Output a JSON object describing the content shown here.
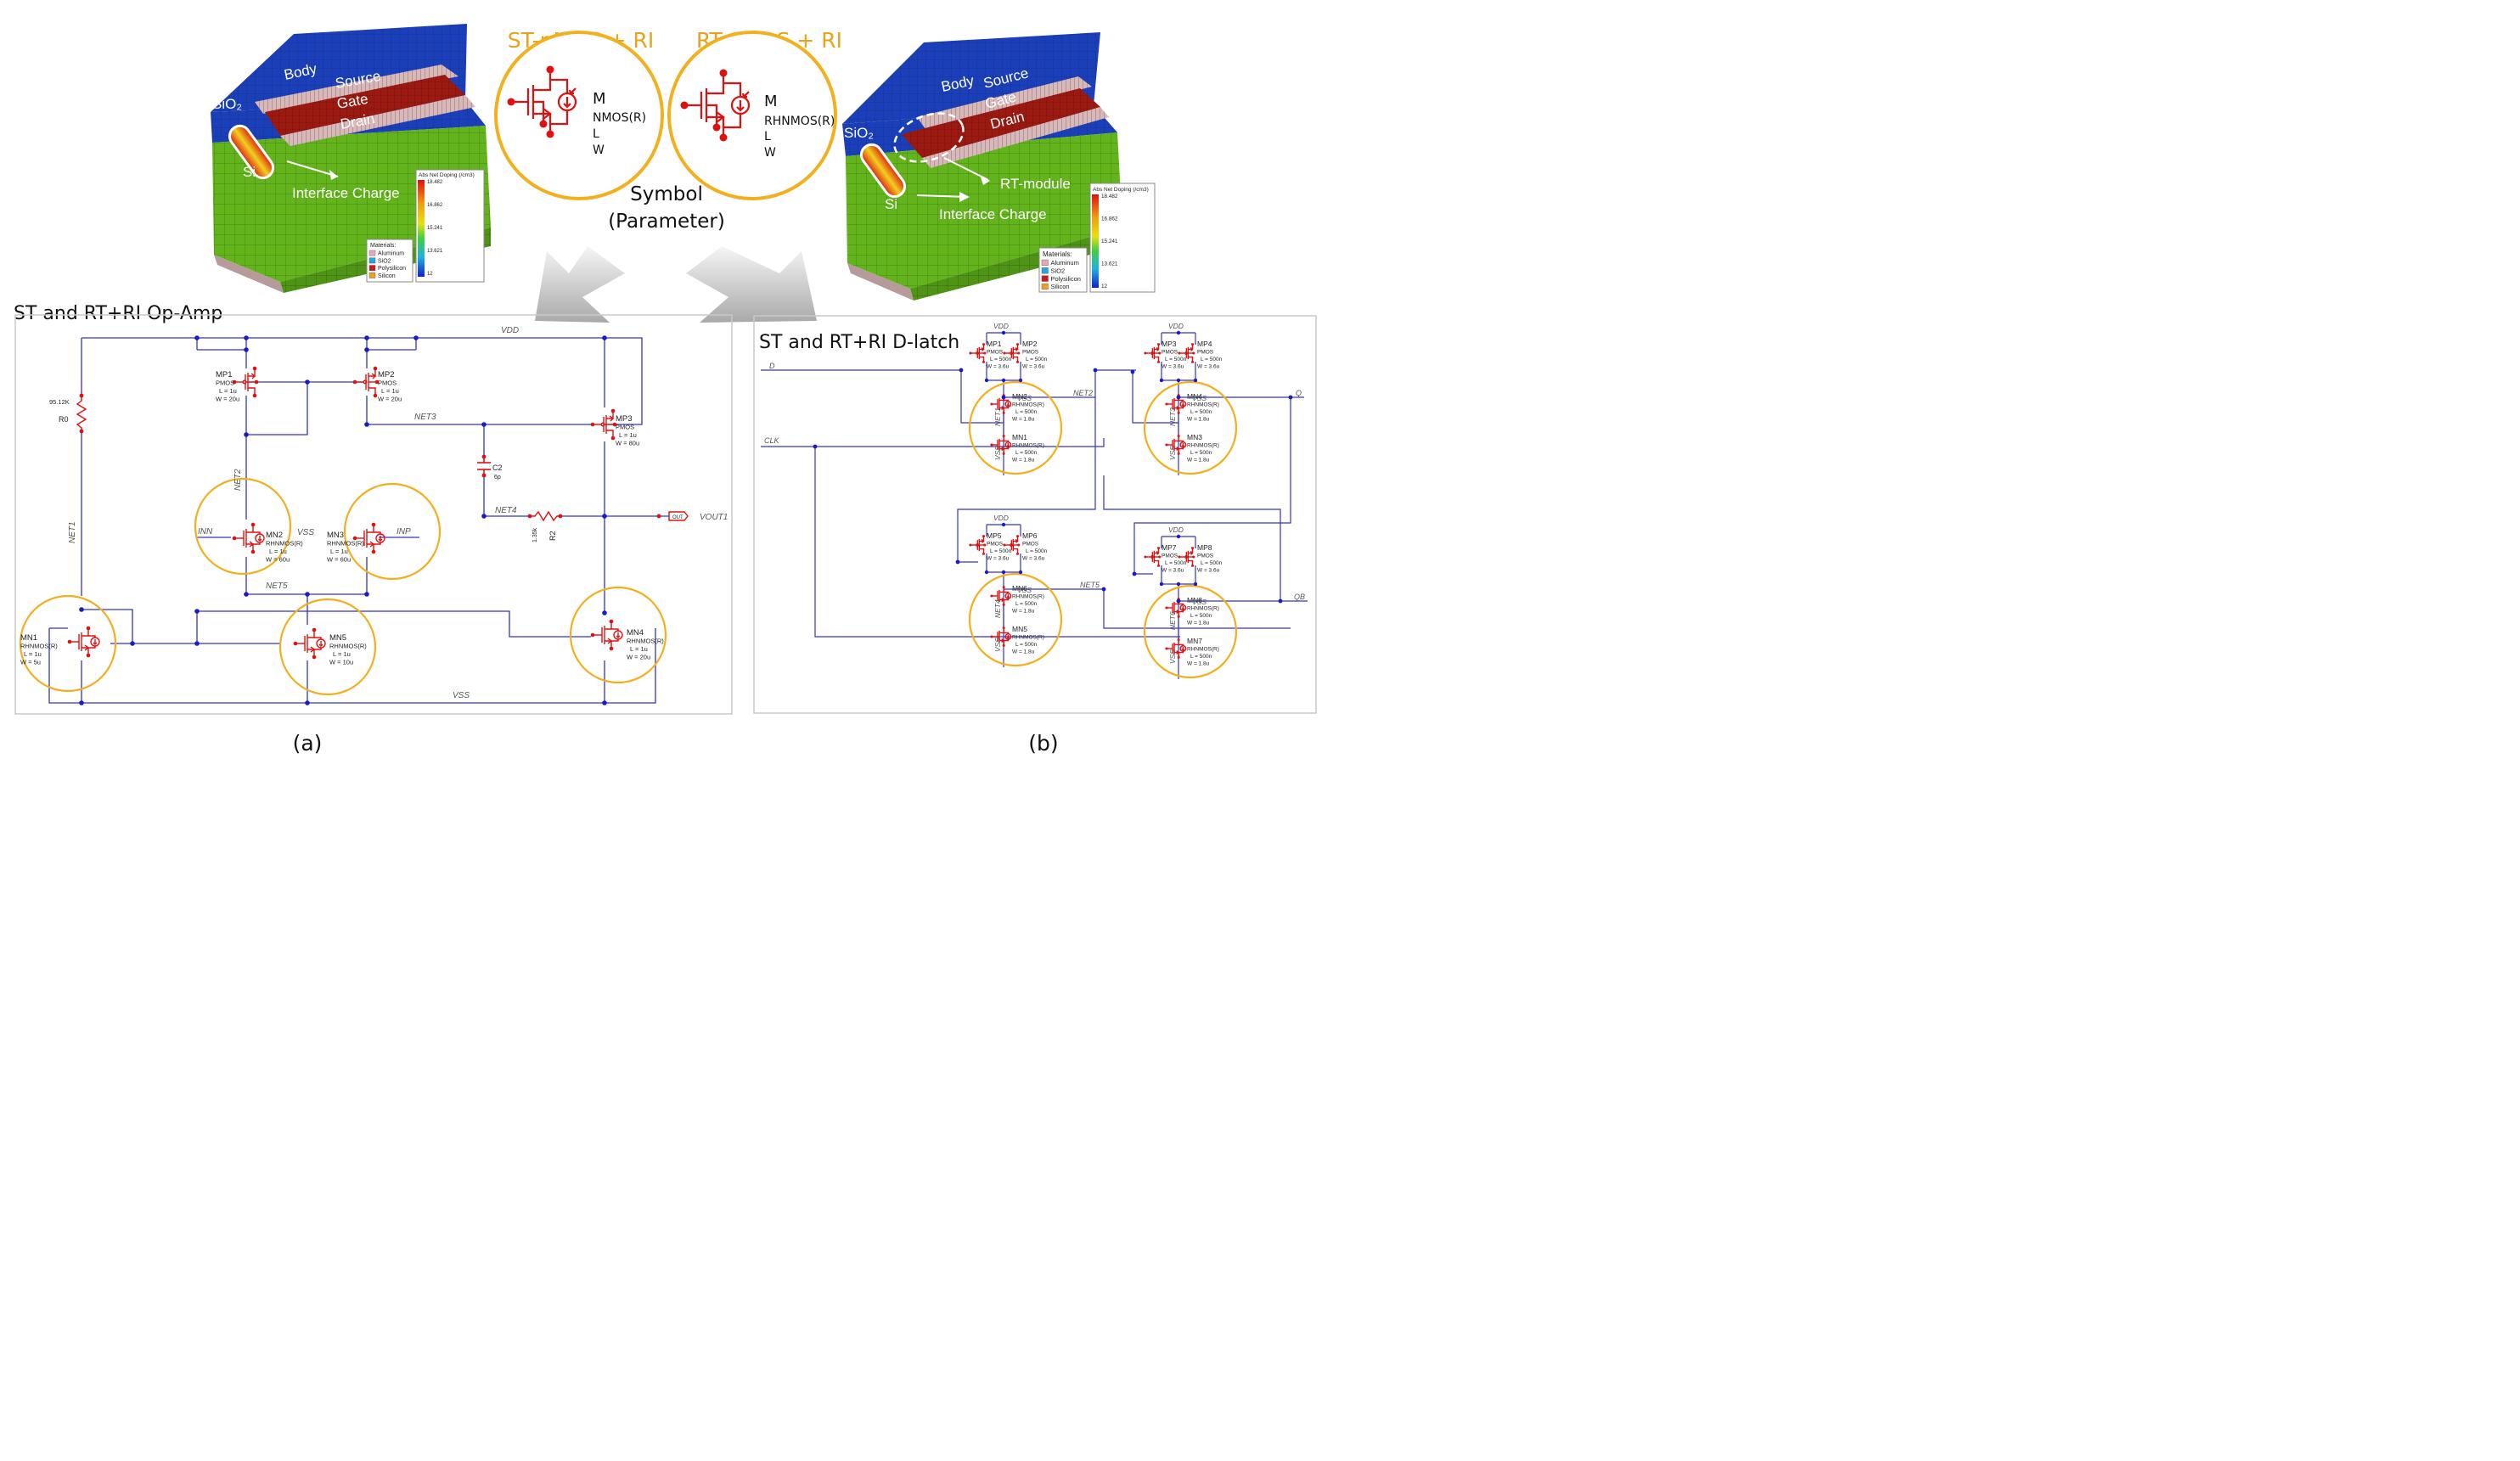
{
  "colors": {
    "ring": "#f2b01e",
    "wire": "#3333cc",
    "device": "#e01010",
    "node": "#1a1acc",
    "blue": "#1b3fb8",
    "green": "#66b81e",
    "gate": "#9a1a12"
  },
  "devices": {
    "st": {
      "tag": "Si",
      "sio2": "SiO₂",
      "body": "Body",
      "source": "Source",
      "gate": "Gate",
      "drain": "Drain",
      "interface": "Interface Charge"
    },
    "rt": {
      "tag": "Si",
      "sio2": "SiO₂",
      "body": "Body",
      "source": "Source",
      "gate": "Gate",
      "drain": "Drain",
      "interface": "Interface Charge",
      "rt_module": "RT-module"
    }
  },
  "doping_legend": {
    "title": "Abs Net Doping (/cm3)",
    "ticks": [
      "18.482",
      "16.862",
      "15.241",
      "13.621",
      "12"
    ]
  },
  "materials_legend": {
    "title": "Materials:",
    "items": [
      {
        "name": "Aluminum",
        "color": "#e8a8b8"
      },
      {
        "name": "SiO2",
        "color": "#24a6e0"
      },
      {
        "name": "Polysilicon",
        "color": "#cc1a1a"
      },
      {
        "name": "Silicon",
        "color": "#f0a020"
      }
    ]
  },
  "symbols": {
    "st": {
      "title": "ST-nMOS + RI",
      "m": "M",
      "model": "NMOS(R)",
      "l": "L",
      "w": "W"
    },
    "rt": {
      "title": "RT-nMOS + RI",
      "m": "M",
      "model": "RHNMOS(R)",
      "l": "L",
      "w": "W"
    },
    "caption_1": "Symbol",
    "caption_2": "(Parameter)"
  },
  "opamp": {
    "title": "ST and RT+RI Op-Amp",
    "nets": {
      "vdd": "VDD",
      "vss": "VSS",
      "vss_mid": "VSS",
      "net1": "NET1",
      "net2": "NET2",
      "net3": "NET3",
      "net4": "NET4",
      "net5": "NET5",
      "inn": "INN",
      "inp": "INP",
      "vout": "VOUT1",
      "out_tag": "OUT"
    },
    "r0": {
      "value": "95.12K",
      "name": "R0"
    },
    "c2": {
      "name": "C2",
      "value": "6p"
    },
    "r2": {
      "name": "R2",
      "value": "1.35k"
    },
    "mp1": {
      "name": "MP1",
      "type": "PMOS",
      "l": "L = 1u",
      "w": "W = 20u"
    },
    "mp2": {
      "name": "MP2",
      "type": "PMOS",
      "l": "L = 1u",
      "w": "W = 20u"
    },
    "mp3": {
      "name": "MP3",
      "type": "PMOS",
      "l": "L = 1u",
      "w": "W = 80u"
    },
    "mn2": {
      "name": "MN2",
      "type": "RHNMOS(R)",
      "l": "L = 1u",
      "w": "W = 60u"
    },
    "mn3": {
      "name": "MN3",
      "type": "RHNMOS(R)",
      "l": "L = 1u",
      "w": "W = 60u"
    },
    "mn1": {
      "name": "MN1",
      "type": "RHNMOS(R)",
      "l": "L = 1u",
      "w": "W = 5u"
    },
    "mn5": {
      "name": "MN5",
      "type": "RHNMOS(R)",
      "l": "L = 1u",
      "w": "W = 10u"
    },
    "mn4": {
      "name": "MN4",
      "type": "RHNMOS(R)",
      "l": "L = 1u",
      "w": "W = 20u"
    },
    "caption": "(a)"
  },
  "dlatch": {
    "title": "ST and RT+RI D-latch",
    "nets": {
      "d": "D",
      "clk": "CLK",
      "q": "Q",
      "qb": "QB",
      "vdd": "VDD",
      "vss": "VSS",
      "net1": "NET1",
      "net2": "NET2",
      "net3": "NET3",
      "net4": "NET4",
      "net5": "NET5",
      "net6": "NET6"
    },
    "mp1": {
      "name": "MP1",
      "type": "PMOS",
      "l": "L = 500n",
      "w": "W = 3.6u"
    },
    "mp2": {
      "name": "MP2",
      "type": "PMOS",
      "l": "L = 500n",
      "w": "W = 3.6u"
    },
    "mp3": {
      "name": "MP3",
      "type": "PMOS",
      "l": "L = 500n",
      "w": "W = 3.6u"
    },
    "mp4": {
      "name": "MP4",
      "type": "PMOS",
      "l": "L = 500n",
      "w": "W = 3.6u"
    },
    "mp5": {
      "name": "MP5",
      "type": "PMOS",
      "l": "L = 500n",
      "w": "W = 3.6u"
    },
    "mp6": {
      "name": "MP6",
      "type": "PMOS",
      "l": "L = 500n",
      "w": "W = 3.6u"
    },
    "mp7": {
      "name": "MP7",
      "type": "PMOS",
      "l": "L = 500n",
      "w": "W = 3.6u"
    },
    "mp8": {
      "name": "MP8",
      "type": "PMOS",
      "l": "L = 500n",
      "w": "W = 3.6u"
    },
    "mn1": {
      "name": "MN1",
      "type": "RHNMOS(R)",
      "l": "L = 500n",
      "w": "W = 1.8u"
    },
    "mn2": {
      "name": "MN2",
      "type": "RHNMOS(R)",
      "l": "L = 500n",
      "w": "W = 1.8u"
    },
    "mn3": {
      "name": "MN3",
      "type": "RHNMOS(R)",
      "l": "L = 500n",
      "w": "W = 1.8u"
    },
    "mn4": {
      "name": "MN4",
      "type": "RHNMOS(R)",
      "l": "L = 500n",
      "w": "W = 1.8u"
    },
    "mn5": {
      "name": "MN5",
      "type": "RHNMOS(R)",
      "l": "L = 500n",
      "w": "W = 1.8u"
    },
    "mn6": {
      "name": "MN6",
      "type": "RHNMOS(R)",
      "l": "L = 500n",
      "w": "W = 1.8u"
    },
    "mn7": {
      "name": "MN7",
      "type": "RHNMOS(R)",
      "l": "L = 500n",
      "w": "W = 1.8u"
    },
    "mn8": {
      "name": "MN8",
      "type": "RHNMOS(R)",
      "l": "L = 500n",
      "w": "W = 1.8u"
    },
    "caption": "(b)"
  }
}
